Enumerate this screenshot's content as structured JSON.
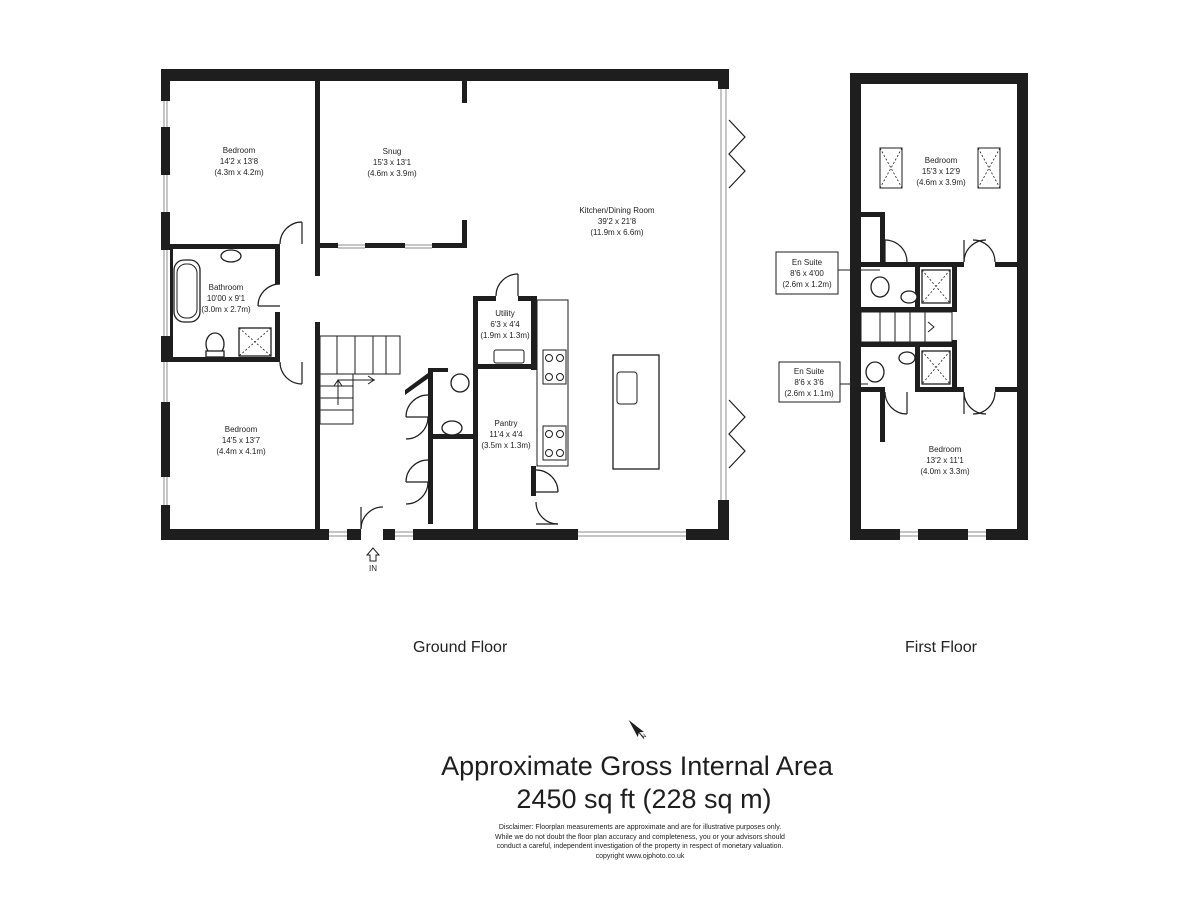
{
  "rooms": {
    "bedroom1": {
      "name": "Bedroom",
      "dim": "14'2 x 13'8",
      "metric": "(4.3m x 4.2m)"
    },
    "snug": {
      "name": "Snug",
      "dim": "15'3 x 13'1",
      "metric": "(4.6m x 3.9m)"
    },
    "kitchen": {
      "name": "Kitchen/Dining Room",
      "dim": "39'2 x 21'8",
      "metric": "(11.9m x 6.6m)"
    },
    "bathroom": {
      "name": "Bathroom",
      "dim": "10'00 x 9'1",
      "metric": "(3.0m x 2.7m)"
    },
    "utility": {
      "name": "Utility",
      "dim": "6'3 x 4'4",
      "metric": "(1.9m x 1.3m)"
    },
    "pantry": {
      "name": "Pantry",
      "dim": "11'4 x 4'4",
      "metric": "(3.5m x 1.3m)"
    },
    "bedroom2": {
      "name": "Bedroom",
      "dim": "14'5 x 13'7",
      "metric": "(4.4m x 4.1m)"
    },
    "ff_bedroom1": {
      "name": "Bedroom",
      "dim": "15'3 x 12'9",
      "metric": "(4.6m x 3.9m)"
    },
    "ensuite1": {
      "name": "En Suite",
      "dim": "8'6 x 4'00",
      "metric": "(2.6m x 1.2m)"
    },
    "ensuite2": {
      "name": "En Suite",
      "dim": "8'6 x 3'6",
      "metric": "(2.6m x 1.1m)"
    },
    "ff_bedroom2": {
      "name": "Bedroom",
      "dim": "13'2 x 11'1",
      "metric": "(4.0m x 3.3m)"
    }
  },
  "entrance_label": "IN",
  "floors": {
    "ground": "Ground Floor",
    "first": "First Floor"
  },
  "area": {
    "title": "Approximate Gross Internal Area",
    "value": "2450 sq ft (228 sq m)"
  },
  "disclaimer": [
    "Disclaimer: Floorplan measurements are approximate and are for illustrative purposes only.",
    "While we do not doubt the floor plan accuracy and completeness, you or your advisors should",
    "conduct a careful, independent investigation of the property in respect of monetary valuation.",
    "copyright www.ojphoto.co.uk"
  ],
  "compass_icon": "north-arrow-icon",
  "colors": {
    "wall": "#1e1e1e",
    "window": "#8c8c8c"
  }
}
